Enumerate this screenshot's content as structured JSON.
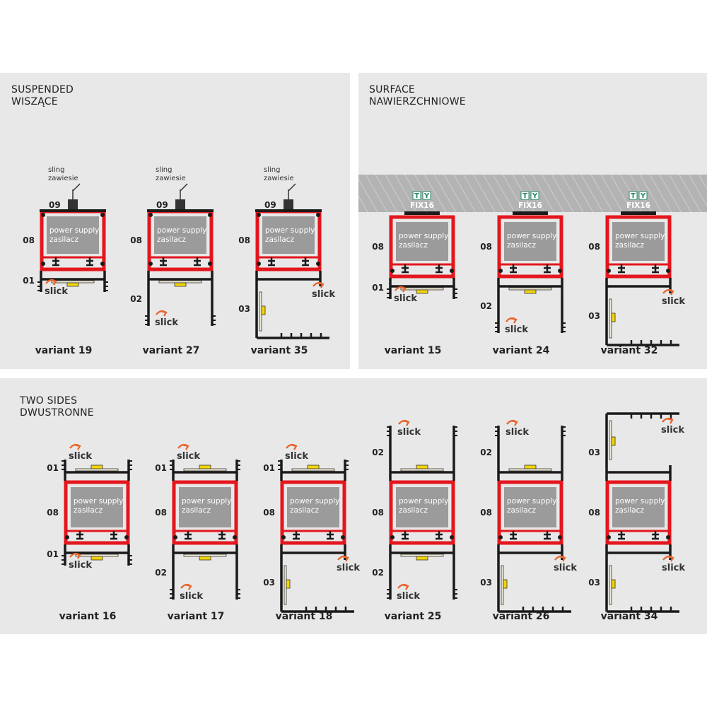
{
  "sections": {
    "suspended": {
      "title_en": "SUSPENDED",
      "title_pl": "WISZĄCE"
    },
    "surface": {
      "title_en": "SURFACE",
      "title_pl": "NAWIERZCHNIOWE"
    },
    "two_sides": {
      "title_en": "TWO SIDES",
      "title_pl": "DWUSTRONNE"
    }
  },
  "labels": {
    "power_supply": "power supply",
    "zasilacz": "zasilacz",
    "sling": "sling",
    "zawiesie": "zawiesie",
    "slick": "slick",
    "fix_t": "T",
    "fix_y": "Y",
    "fix": "FIX16",
    "body": "08",
    "hanger": "09"
  },
  "variants": [
    {
      "name": "variant 19",
      "section": "suspended",
      "top": "09",
      "bottom": "01"
    },
    {
      "name": "variant 27",
      "section": "suspended",
      "top": "09",
      "bottom": "02"
    },
    {
      "name": "variant 35",
      "section": "suspended",
      "top": "09",
      "bottom": "03"
    },
    {
      "name": "variant 15",
      "section": "surface",
      "top": "FIX16",
      "bottom": "01"
    },
    {
      "name": "variant 24",
      "section": "surface",
      "top": "FIX16",
      "bottom": "02"
    },
    {
      "name": "variant 32",
      "section": "surface",
      "top": "FIX16",
      "bottom": "03"
    },
    {
      "name": "variant 16",
      "section": "two_sides",
      "top": "01",
      "bottom": "01"
    },
    {
      "name": "variant 17",
      "section": "two_sides",
      "top": "01",
      "bottom": "02"
    },
    {
      "name": "variant 18",
      "section": "two_sides",
      "top": "01",
      "bottom": "03"
    },
    {
      "name": "variant 25",
      "section": "two_sides",
      "top": "02",
      "bottom": "02"
    },
    {
      "name": "variant 26",
      "section": "two_sides",
      "top": "02",
      "bottom": "03"
    },
    {
      "name": "variant 34",
      "section": "two_sides",
      "top": "03",
      "bottom": "03"
    }
  ],
  "colors": {
    "profile_red": "#e3161d",
    "profile_black": "#1a1a1a",
    "psu_gray": "#9b9b9b",
    "led_yellow": "#f2d40a",
    "slick_orange": "#e8642c",
    "panel": "#e8e8e8",
    "ceiling": "#b5b5b5",
    "fix_green": "#2e8b6e"
  }
}
